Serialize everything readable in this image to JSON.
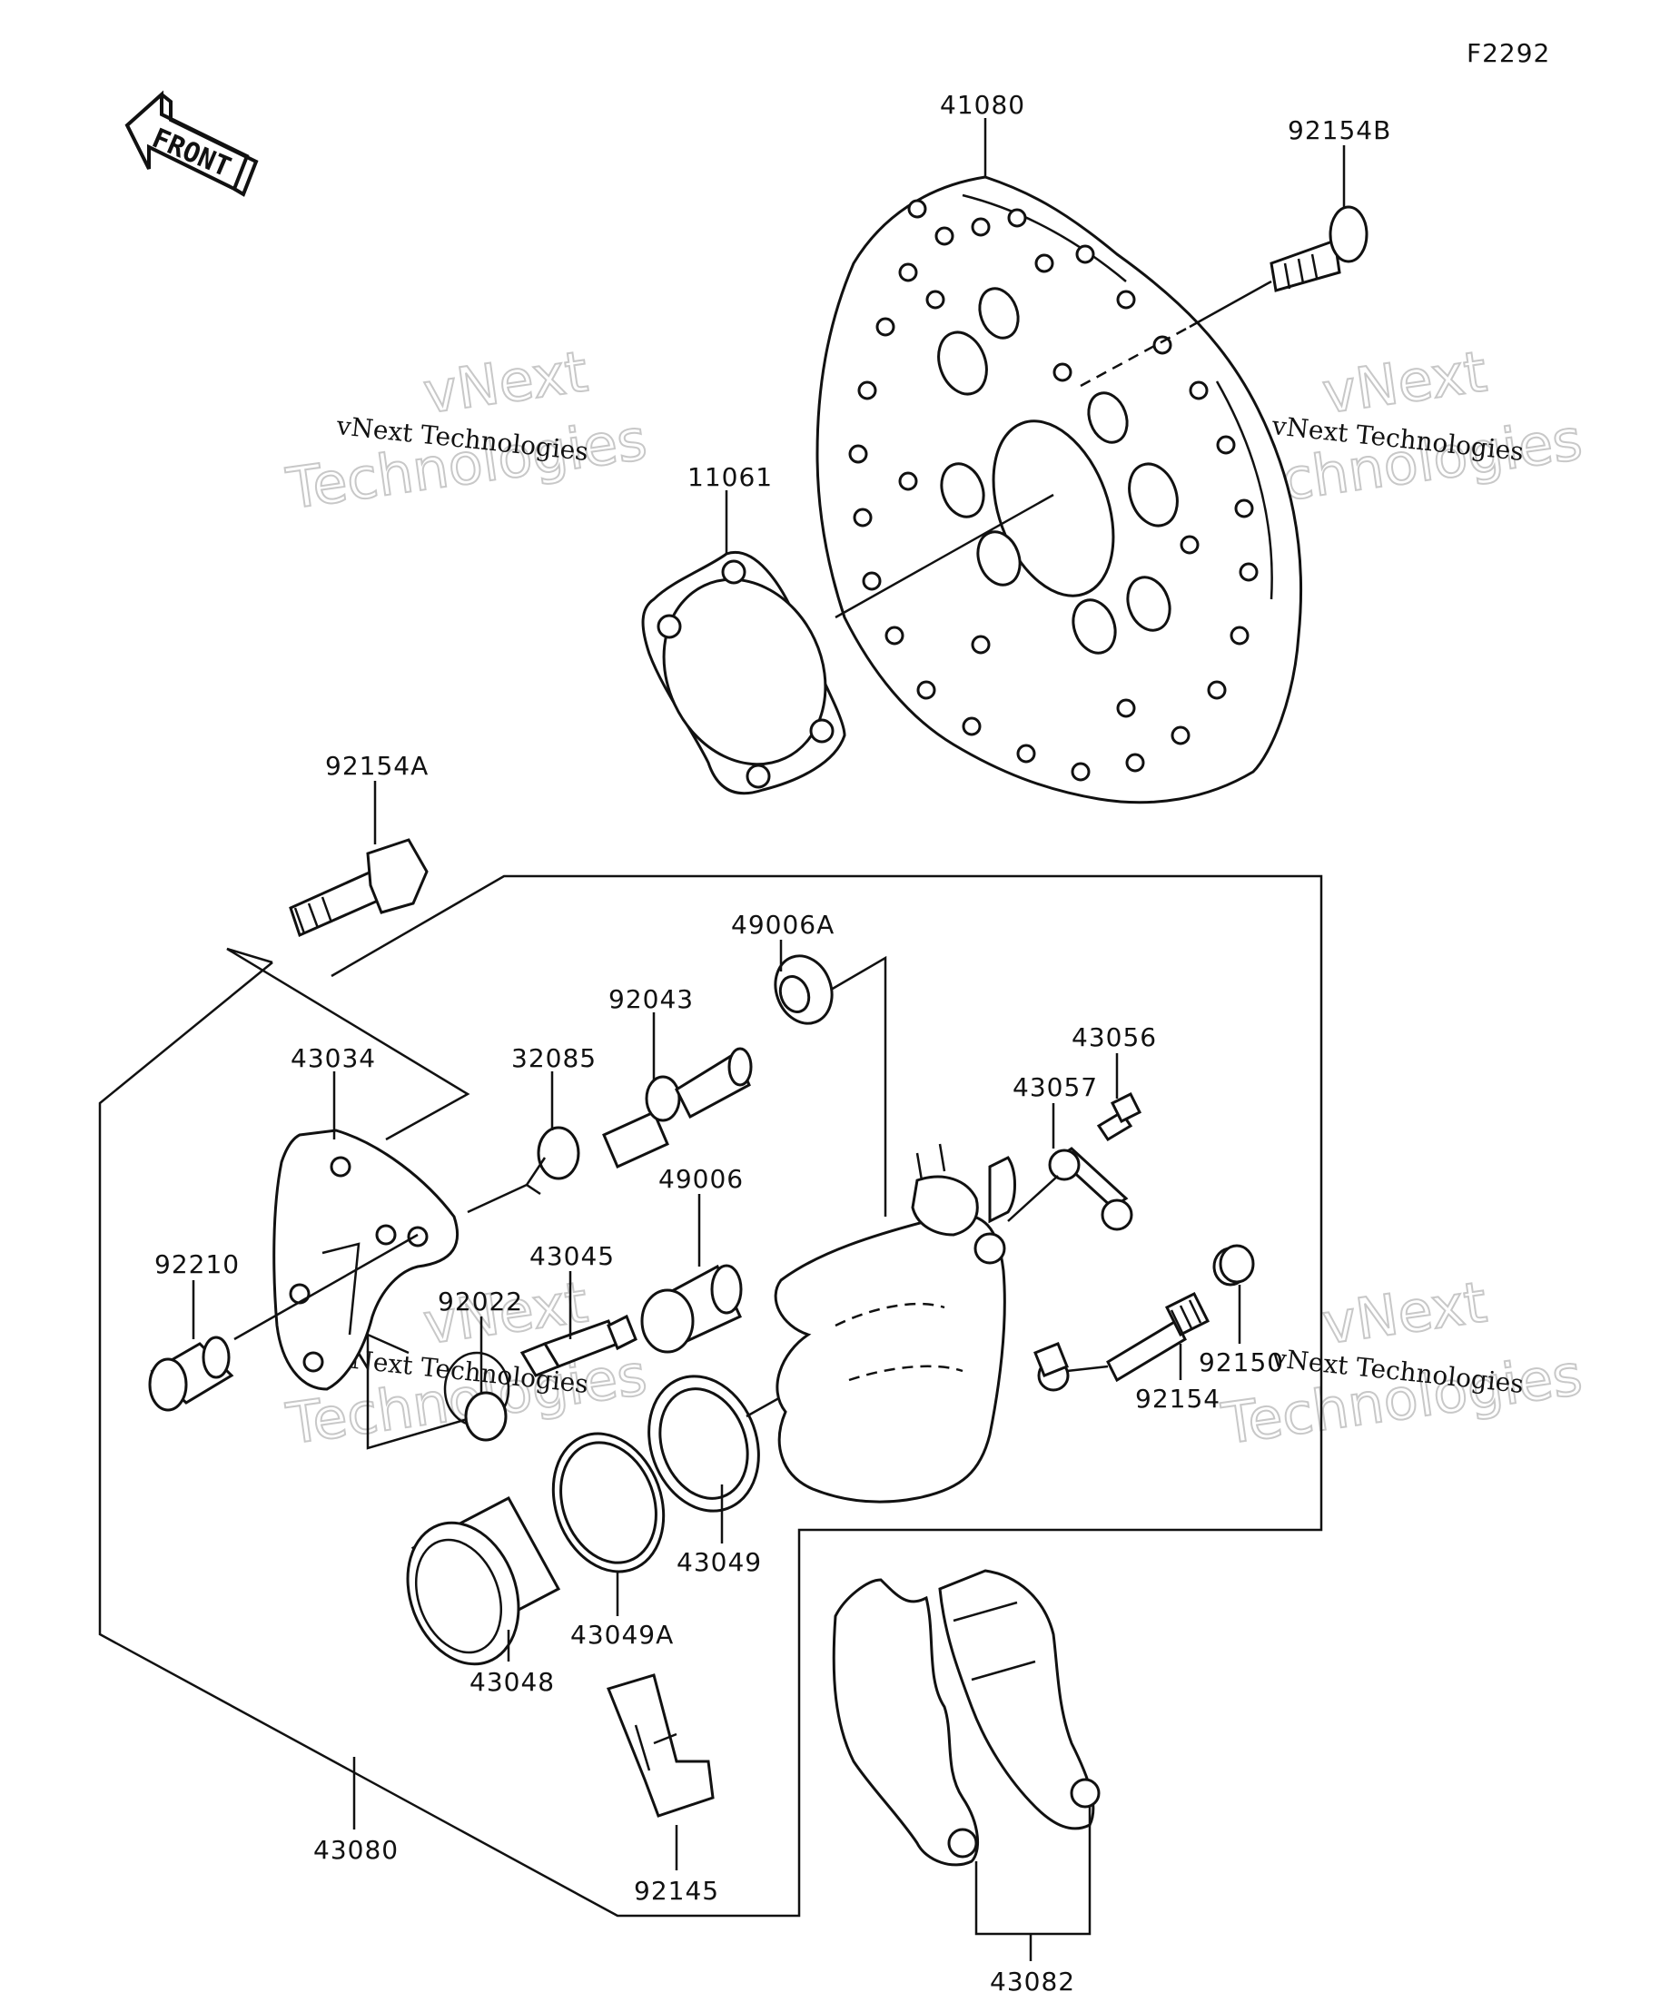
{
  "figure_code": "F2292",
  "front_arrow_label": "FRONT",
  "watermark": {
    "small": "vNext Technologies",
    "big_line1": "vNext",
    "big_line2": "Technologies"
  },
  "parts": [
    {
      "id": "41080",
      "name": "brake-disc"
    },
    {
      "id": "92154B",
      "name": "disc-bolt"
    },
    {
      "id": "11061",
      "name": "gasket"
    },
    {
      "id": "92154A",
      "name": "flange-bolt"
    },
    {
      "id": "49006A",
      "name": "boot-a"
    },
    {
      "id": "92043",
      "name": "pin"
    },
    {
      "id": "43056",
      "name": "bleed-valve"
    },
    {
      "id": "43057",
      "name": "cap"
    },
    {
      "id": "32085",
      "name": "retaining-clip"
    },
    {
      "id": "43034",
      "name": "caliper-bracket"
    },
    {
      "id": "49006",
      "name": "boot"
    },
    {
      "id": "92210",
      "name": "sleeve"
    },
    {
      "id": "43045",
      "name": "bleeder-screw"
    },
    {
      "id": "92022",
      "name": "washer"
    },
    {
      "id": "92154",
      "name": "caliper-bolt"
    },
    {
      "id": "92150",
      "name": "plug"
    },
    {
      "id": "43049",
      "name": "piston-seal"
    },
    {
      "id": "43049A",
      "name": "dust-seal"
    },
    {
      "id": "43048",
      "name": "piston"
    },
    {
      "id": "43080",
      "name": "caliper-assembly"
    },
    {
      "id": "92145",
      "name": "pad-spring"
    },
    {
      "id": "43082",
      "name": "brake-pad-set"
    }
  ]
}
